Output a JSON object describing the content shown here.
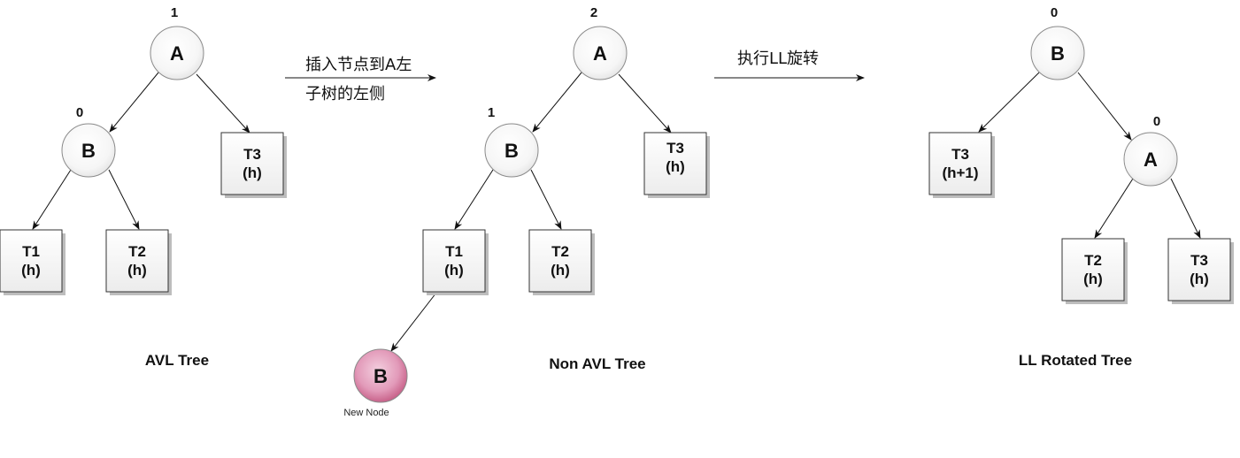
{
  "trees": {
    "avl": {
      "caption": "AVL Tree",
      "node_a": {
        "label": "A",
        "balance": "1"
      },
      "node_b": {
        "label": "B",
        "balance": "0"
      },
      "t1": {
        "name": "T1",
        "height": "(h)"
      },
      "t2": {
        "name": "T2",
        "height": "(h)"
      },
      "t3": {
        "name": "T3",
        "height": "(h)"
      }
    },
    "non_avl": {
      "caption": "Non AVL Tree",
      "node_a": {
        "label": "A",
        "balance": "2"
      },
      "node_b": {
        "label": "B",
        "balance": "1"
      },
      "t1": {
        "name": "T1",
        "height": "(h)"
      },
      "t2": {
        "name": "T2",
        "height": "(h)"
      },
      "t3": {
        "name": "T3",
        "height": "(h)"
      },
      "new_node": {
        "label": "B",
        "caption": "New Node"
      }
    },
    "ll_rotated": {
      "caption": "LL Rotated Tree",
      "node_b": {
        "label": "B",
        "balance": "0"
      },
      "node_a": {
        "label": "A",
        "balance": "0"
      },
      "t3_left": {
        "name": "T3",
        "height": "(h+1)"
      },
      "t2": {
        "name": "T2",
        "height": "(h)"
      },
      "t3": {
        "name": "T3",
        "height": "(h)"
      }
    }
  },
  "transitions": {
    "insert": {
      "line1": "插入节点到A左",
      "line2": "子树的左侧"
    },
    "rotate": {
      "line1": "执行LL旋转"
    }
  },
  "colors": {
    "node_fill": "#ffffff",
    "node_shadow": "#e6e6e6",
    "new_node_fill": "#e6a5c1",
    "new_node_dark": "#c2557f",
    "box_fill": "#f4f4f4"
  }
}
